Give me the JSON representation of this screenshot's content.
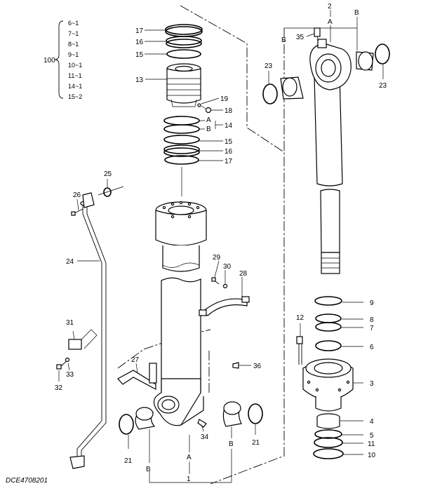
{
  "drawing_code": "DCE4708201",
  "kit": {
    "number": "100",
    "members": [
      "6~1",
      "7~1",
      "8~1",
      "9~1",
      "10~1",
      "11~1",
      "14~1",
      "15~2"
    ]
  },
  "callouts": {
    "p1": "1",
    "p2": "2",
    "p3": "3",
    "p4": "4",
    "p5": "5",
    "p6": "6",
    "p7": "7",
    "p8": "8",
    "p9": "9",
    "p10": "10",
    "p11": "11",
    "p12": "12",
    "p13": "13",
    "p14": "14",
    "p15a": "15",
    "p15b": "15",
    "p16a": "16",
    "p16b": "16",
    "p17a": "17",
    "p17b": "17",
    "p18": "18",
    "p19": "19",
    "p21a": "21",
    "p21b": "21",
    "p23a": "23",
    "p23b": "23",
    "p24": "24",
    "p25": "25",
    "p26": "26",
    "p27": "27",
    "p28": "28",
    "p29": "29",
    "p30": "30",
    "p31": "31",
    "p32": "32",
    "p33": "33",
    "p34": "34",
    "p35": "35",
    "p36": "36"
  },
  "letters": {
    "rod_A": "A",
    "rod_B_left": "B",
    "rod_B_right": "B",
    "ring_A": "A",
    "ring_B": "B",
    "tube_A": "A",
    "tube_B_left": "B",
    "tube_B_right": "B"
  }
}
